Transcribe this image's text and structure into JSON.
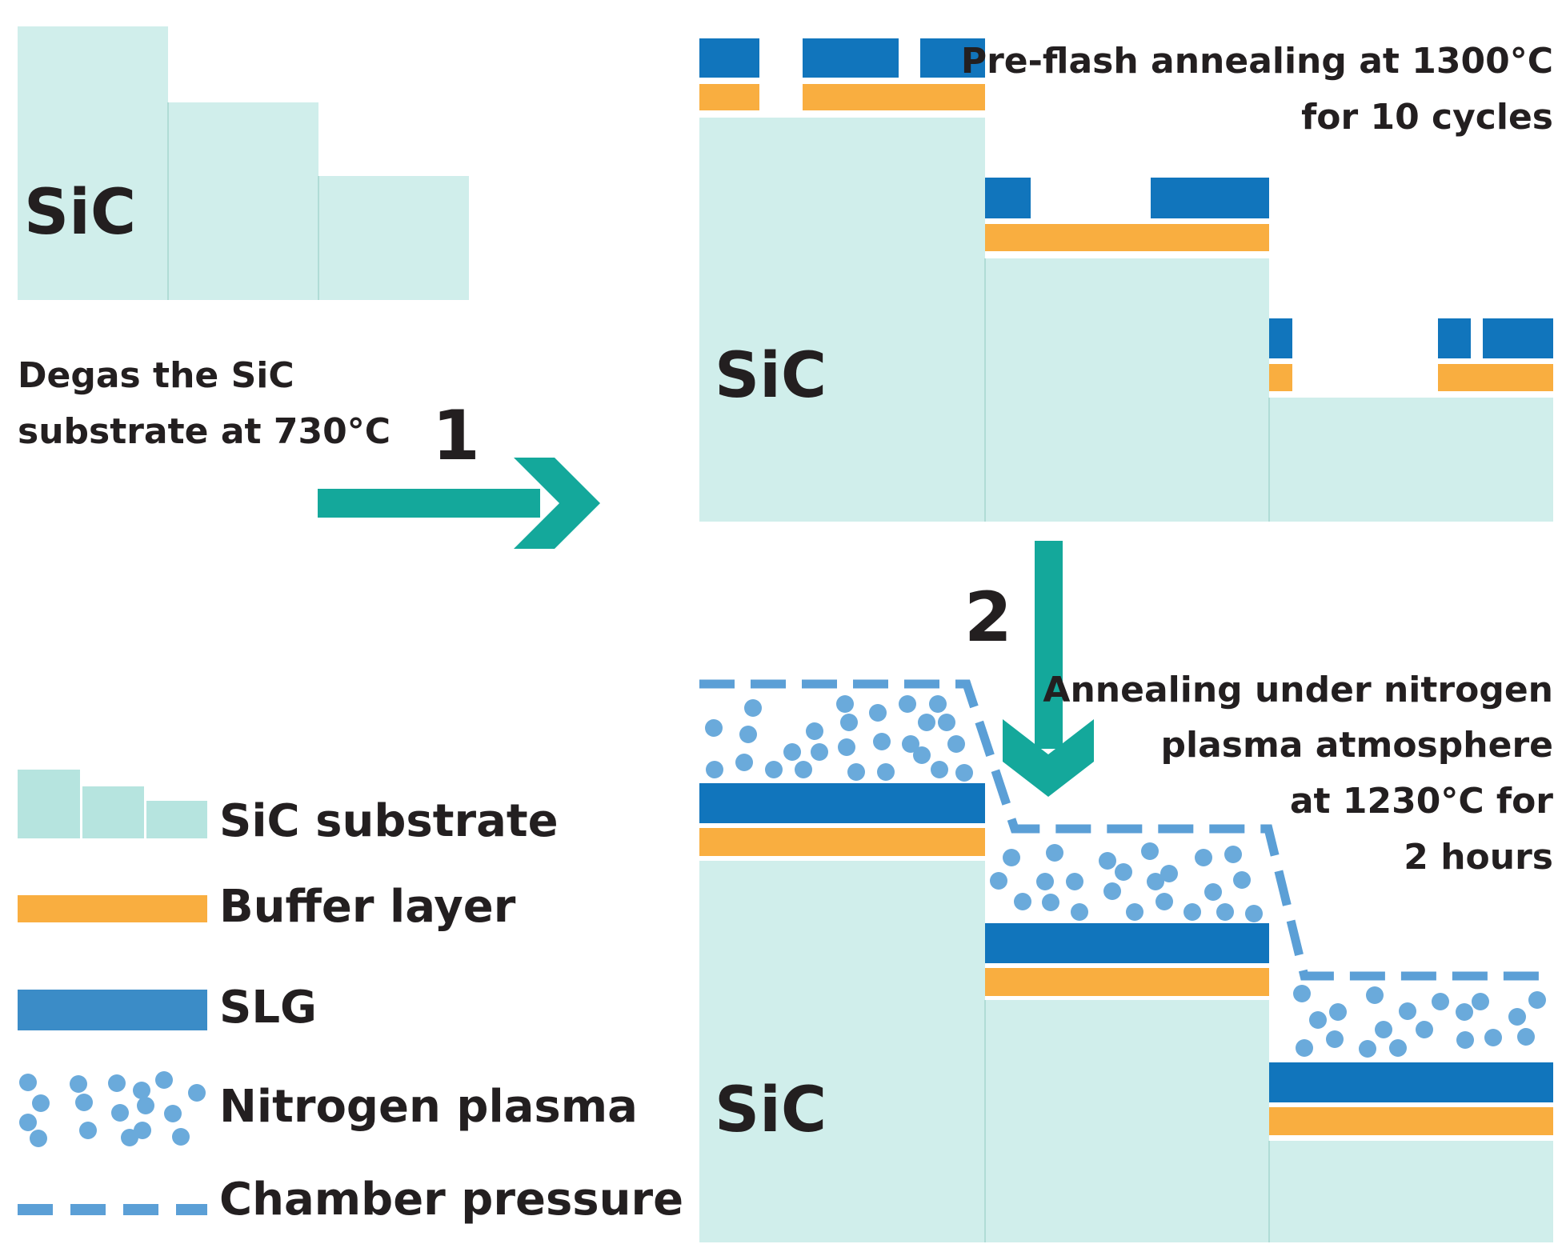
{
  "colors": {
    "sic": "#d0eeeb",
    "sic_legend": "#b6e4df",
    "sic_edge": "#b0dcd6",
    "buffer": "#f9ae40",
    "slg": "#1175bc",
    "slg_legend": "#3b8cc7",
    "plasma": "#6aaadb",
    "pressure": "#5b9fd6",
    "arrow": "#14a89b",
    "text": "#231f20"
  },
  "stage1": {
    "sic_label": "SiC",
    "degas_line1": "Degas the SiC",
    "degas_line2": "substrate at 730°C"
  },
  "step1": {
    "number": "1"
  },
  "stage2": {
    "sic_label": "SiC",
    "condition_line1": "Pre-flash annealing at 1300°C",
    "condition_line2": "for 10 cycles"
  },
  "step2": {
    "number": "2"
  },
  "stage3": {
    "sic_label": "SiC",
    "condition_line1": "Annealing under nitrogen",
    "condition_line2": "plasma atmosphere",
    "condition_line3": "at 1230°C for",
    "condition_line4": "2 hours"
  },
  "legend": {
    "sic_substrate": "SiC substrate",
    "buffer_layer": "Buffer layer",
    "slg": "SLG",
    "nitrogen_plasma": "Nitrogen plasma",
    "chamber_pressure": "Chamber pressure"
  }
}
